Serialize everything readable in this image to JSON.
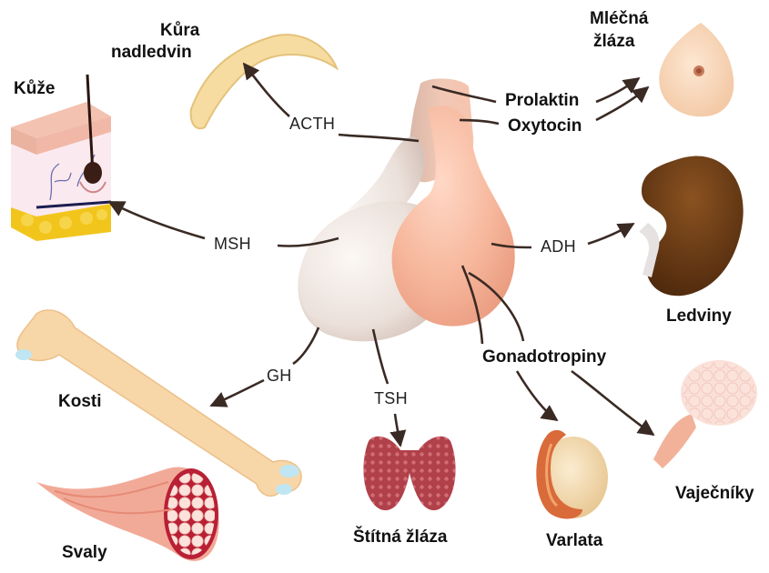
{
  "organs": {
    "kura": [
      "Kůra",
      "nadledvin"
    ],
    "kuze": "Kůže",
    "mlecna": [
      "Mléčná",
      "žláza"
    ],
    "ledviny": "Ledviny",
    "kosti": "Kosti",
    "svaly": "Svaly",
    "stitna": "Štítná žláza",
    "varlata": "Varlata",
    "vajecniky": "Vaječníky"
  },
  "hormones": {
    "acth": "ACTH",
    "msh": "MSH",
    "prolaktin": "Prolaktin",
    "oxytocin": "Oxytocin",
    "adh": "ADH",
    "gh": "GH",
    "tsh": "TSH",
    "gonadotropiny": "Gonadotropiny"
  },
  "colors": {
    "arrow": "#3a2a24",
    "anterior_lobe": "#efe7e2",
    "posterior_lobe": "#f5b9a0",
    "bone": "#f7d6a8",
    "kidney": "#6b3a12",
    "thyroid": "#b0404a"
  }
}
